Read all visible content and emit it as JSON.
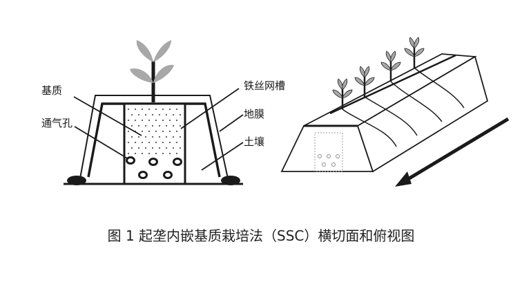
{
  "labels": {
    "substrate": "基质",
    "vent_hole": "通气孔",
    "wire_trough": "铁丝网槽",
    "mulch_film": "地膜",
    "soil": "土壤"
  },
  "caption": "图 1   起垄内嵌基质栽培法（SSC）横切面和俯视图",
  "colors": {
    "line": "#1a1a1a",
    "leaf": "#a8a8a8",
    "dots": "#555555",
    "pale": "#9a9a9a"
  }
}
